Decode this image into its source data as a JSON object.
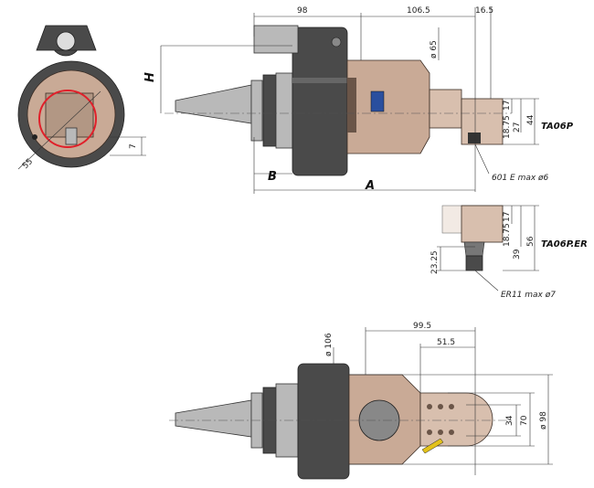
{
  "dimensions": {
    "d98_top": "98",
    "d106_5": "106.5",
    "d16_5": "16.5",
    "dia65": "ø 65",
    "H": "H",
    "B": "B",
    "A": "A",
    "d17a": "17",
    "d18_75a": "18.75",
    "d27": "27",
    "d44": "44",
    "d17b": "17",
    "d18_75b": "18.75",
    "d39": "39",
    "d56": "56",
    "d23_25": "23.25",
    "d55": "55",
    "d7": "7",
    "dia106": "ø 106",
    "d99_5": "99.5",
    "d51_5": "51.5",
    "d34": "34",
    "d70": "70",
    "dia98": "ø 98"
  },
  "labels": {
    "model_1": "TA06P",
    "model_2": "TA06P.ER",
    "collet_1": "601 E max ø6",
    "collet_2": "ER11 max ø7"
  },
  "colors": {
    "body_dark": "#4a4a4a",
    "steel": "#b9b9b9",
    "bronze": "#c9aa96",
    "highlight": "#e0202a"
  }
}
